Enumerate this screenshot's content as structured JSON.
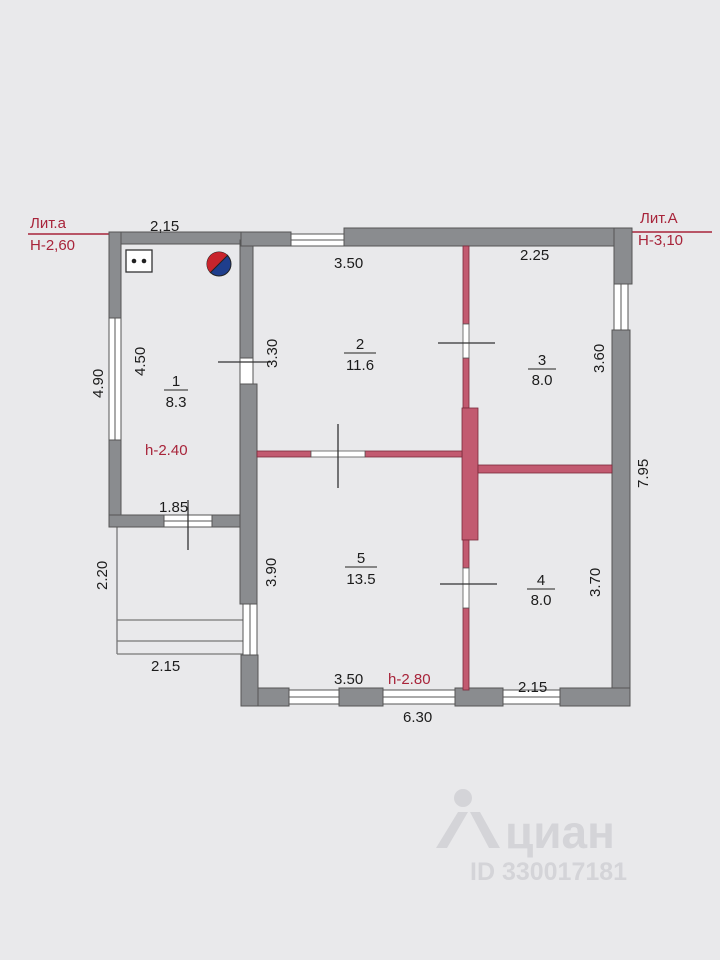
{
  "labels": {
    "lit_a_small": "Лит.а",
    "h_a_small": "Н-2,60",
    "lit_a_big": "Лит.А",
    "h_a_big": "Н-3,10",
    "h_room1": "h-2.40",
    "h_main": "h-2.80"
  },
  "rooms": [
    {
      "num": "1",
      "area": "8.3"
    },
    {
      "num": "2",
      "area": "11.6"
    },
    {
      "num": "3",
      "area": "8.0"
    },
    {
      "num": "4",
      "area": "8.0"
    },
    {
      "num": "5",
      "area": "13.5"
    }
  ],
  "dimensions": {
    "a_top": "2,15",
    "a_outer_left": "4.90",
    "a_inner_left": "4.50",
    "a_bottom": "1.85",
    "porch_left": "2.20",
    "porch_bottom": "2.15",
    "r2_top": "3.50",
    "r2_left": "3.30",
    "r3_top": "2.25",
    "r3_right": "3.60",
    "right_outer": "7.95",
    "r5_left": "3.90",
    "r4_right": "3.70",
    "r5_bottom": "3.50",
    "r4_bottom": "2.15",
    "bottom_outer": "6.30"
  },
  "watermark": {
    "brand": "циан",
    "id": "ID 330017181"
  },
  "colors": {
    "wall_gray": "#8a8c8f",
    "partition_red": "#c25a70",
    "annotation_red": "#a8243a",
    "paper": "#e9e9eb"
  }
}
